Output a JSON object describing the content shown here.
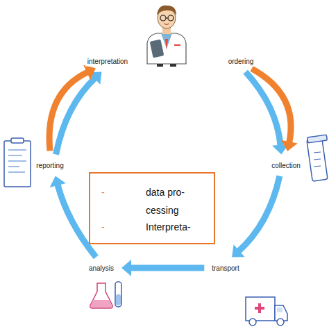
{
  "diagram": {
    "nodes": [
      {
        "text": [
          "ordering"
        ]
      },
      {
        "text": [
          "collection"
        ]
      },
      {
        "text": [
          "transport"
        ]
      },
      {
        "text": [
          "analysis"
        ]
      },
      {
        "text": [
          "reporting"
        ]
      },
      {
        "text": [
          "interpretation"
        ]
      },
      {
        "text": [
          "-",
          "data pro- cessing",
          "-",
          "Interpreta-"
        ]
      }
    ],
    "edges": [
      {
        "from": 0,
        "to": 1,
        "arrow": "to"
      },
      {
        "from": 1,
        "to": 2,
        "arrow": "to"
      },
      {
        "from": 2,
        "to": 3,
        "arrow": "to"
      },
      {
        "from": 3,
        "to": 4,
        "arrow": "to"
      },
      {
        "from": 4,
        "to": 5,
        "arrow": "to"
      },
      {
        "from": 0,
        "to": 1,
        "arrow": "to"
      },
      {
        "from": 4,
        "to": 5,
        "arrow": "to"
      }
    ]
  }
}
